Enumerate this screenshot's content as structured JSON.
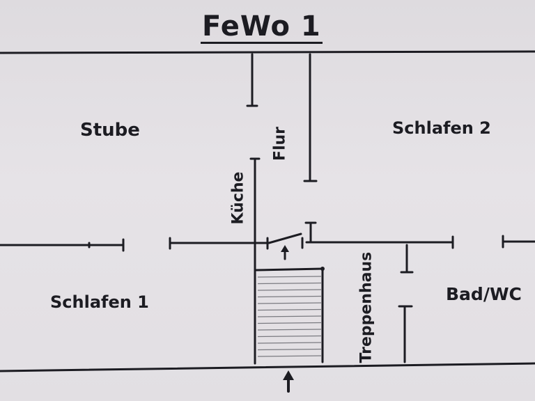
{
  "plan": {
    "title": "FeWo 1",
    "rooms": {
      "stube": "Stube",
      "schlafen2": "Schlafen 2",
      "schlafen1": "Schlafen 1",
      "bad": "Bad/WC",
      "flur": "Flur",
      "kueche": "Küche",
      "treppenhaus": "Treppenhaus"
    },
    "entrance_arrows": [
      "up-arrow-icon",
      "up-arrow-icon"
    ]
  },
  "colors": {
    "paper": "#e4e1e5",
    "ink": "#1c1c22",
    "stair_lines": "#7a7a80"
  }
}
